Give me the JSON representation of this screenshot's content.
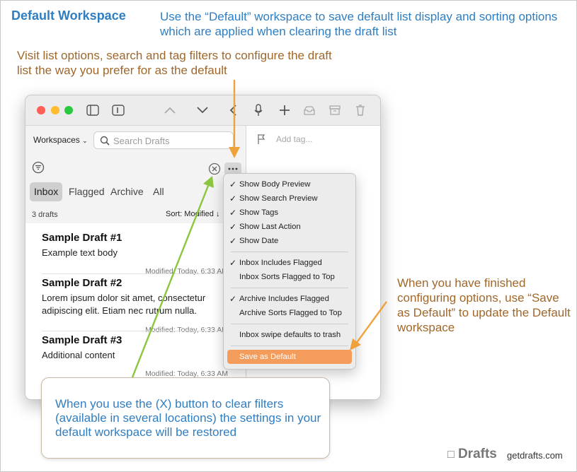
{
  "header": {
    "title": "Default Workspace",
    "intro": "Use the “Default” workspace to save default list display and sorting options which are applied when clearing the draft list"
  },
  "notes": {
    "visit": "Visit list options, search and tag filters to configure the draft list the way you prefer for as the default",
    "save": "When you have finished configuring options, use “Save as Default” to update the Default workspace",
    "clear": "When you use the (X) button to clear filters (available in several locations) the settings in your default workspace will be restored"
  },
  "window": {
    "workspaces_label": "Workspaces",
    "search_placeholder": "Search Drafts",
    "tag_placeholder": "Add tag...",
    "tabs": [
      "Inbox",
      "Flagged",
      "Archive",
      "All"
    ],
    "active_tab": "Inbox",
    "count": "3 drafts",
    "sort": "Sort: Modified",
    "drafts": [
      {
        "title": "Sample Draft #1",
        "body": "Example text body",
        "modified": "Modified: Today, 6:33 AM"
      },
      {
        "title": "Sample Draft #2",
        "body": "Lorem ipsum dolor sit amet, consectetur adipiscing elit. Etiam nec rutrum nulla.",
        "modified": "Modified: Today, 6:33 AM"
      },
      {
        "title": "Sample Draft #3",
        "body": "Additional content",
        "modified": "Modified: Today, 6:33 AM"
      }
    ]
  },
  "menu": {
    "items": [
      {
        "label": "Show Body Preview",
        "check": "✓"
      },
      {
        "label": "Show Search Preview",
        "check": "✓"
      },
      {
        "label": "Show Tags",
        "check": "✓"
      },
      {
        "label": "Show Last Action",
        "check": "✓"
      },
      {
        "label": "Show Date",
        "check": "✓"
      },
      {
        "label": "Inbox Includes Flagged",
        "check": "✓"
      },
      {
        "label": "Inbox Sorts Flagged to Top",
        "check": ""
      },
      {
        "label": "Archive Includes Flagged",
        "check": "✓"
      },
      {
        "label": "Archive Sorts Flagged to Top",
        "check": ""
      },
      {
        "label": "Inbox swipe defaults to trash",
        "check": ""
      },
      {
        "label": "Save as Default",
        "check": ""
      }
    ]
  },
  "footer": {
    "logo": "Drafts",
    "url": "getdrafts.com"
  },
  "colors": {
    "accent_blue": "#2f7ec1",
    "note_brown": "#a0672a",
    "arrow_orange": "#f0a23a",
    "arrow_green": "#8cc63f",
    "highlight": "#f49c5b"
  }
}
